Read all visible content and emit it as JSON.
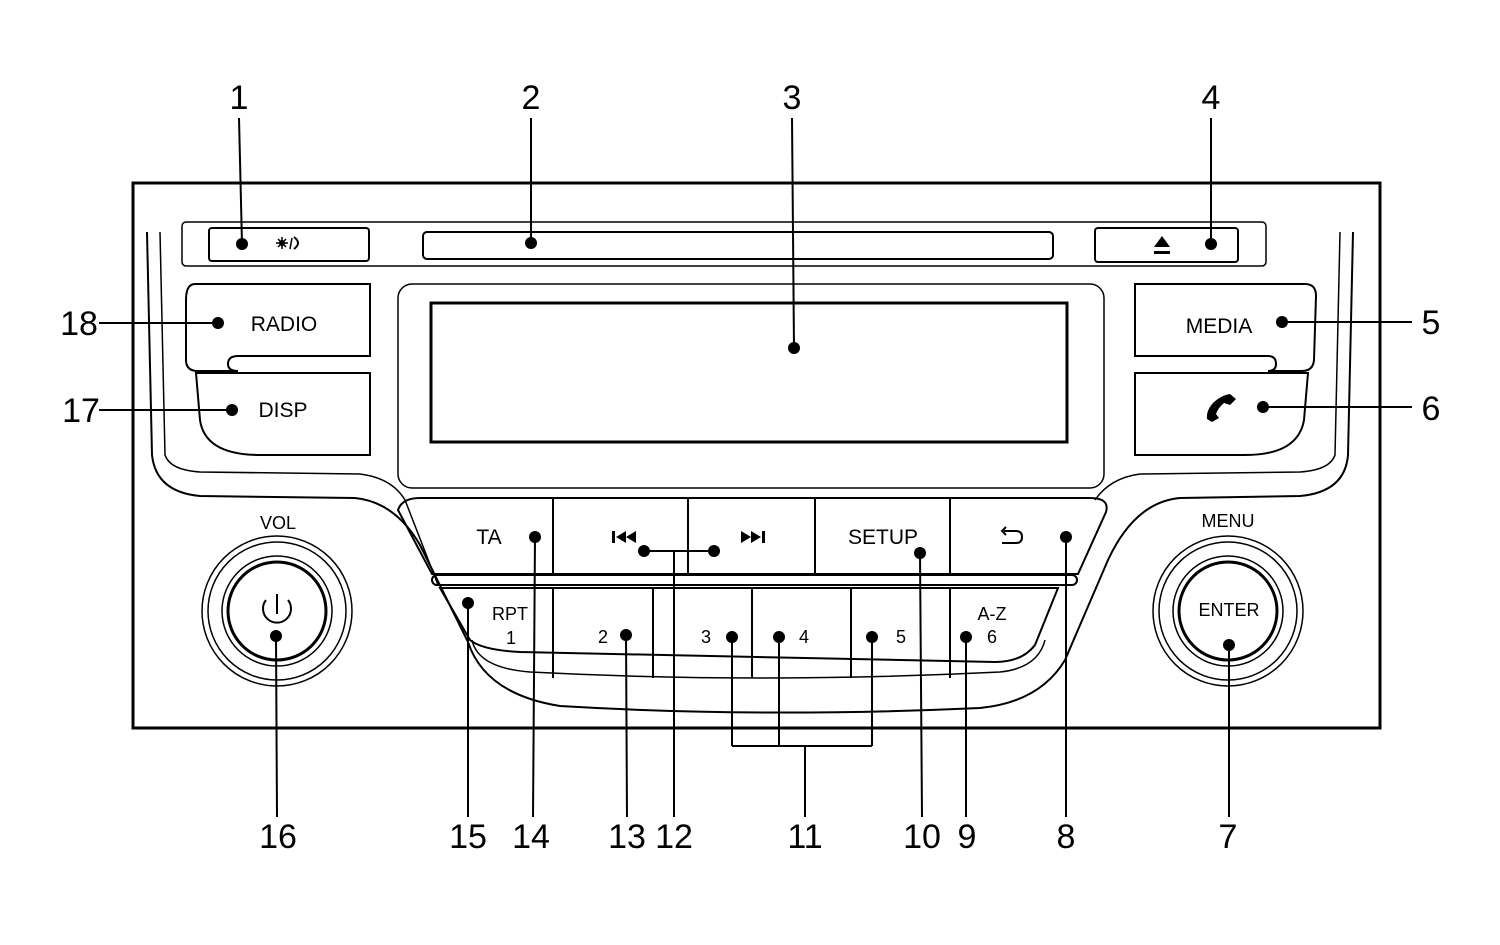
{
  "buttons": {
    "radio": "RADIO",
    "disp": "DISP",
    "media": "MEDIA",
    "ta": "TA",
    "setup": "SETUP",
    "rpt": "RPT",
    "az": "A-Z",
    "vol": "VOL",
    "menu": "MENU",
    "enter": "ENTER",
    "presets": [
      "1",
      "2",
      "3",
      "4",
      "5",
      "6"
    ]
  },
  "callouts": [
    "1",
    "2",
    "3",
    "4",
    "5",
    "6",
    "7",
    "8",
    "9",
    "10",
    "11",
    "12",
    "13",
    "14",
    "15",
    "16",
    "17",
    "18"
  ],
  "icons": {
    "brightness": "brightness-day-night-icon",
    "eject": "eject-icon",
    "phone": "phone-icon",
    "prev": "skip-previous-icon",
    "next": "skip-next-icon",
    "back": "back-arrow-icon",
    "power": "power-icon"
  }
}
